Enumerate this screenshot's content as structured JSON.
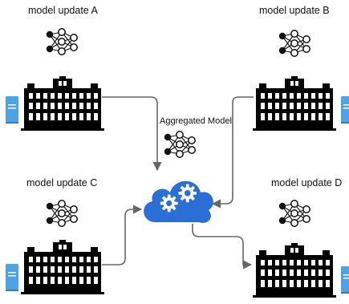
{
  "labels": {
    "node_a": "model update A",
    "node_b": "model update B",
    "node_c": "model update C",
    "node_d": "model update D",
    "center": "Aggregated Model"
  },
  "icons": [
    "neural-network-icon",
    "building-icon",
    "server-icon",
    "cloud-gears-icon"
  ],
  "colors": {
    "cloud": "#2b6fd6",
    "ink": "#000000",
    "arrow": "#666666",
    "server": "#4da3e6"
  }
}
